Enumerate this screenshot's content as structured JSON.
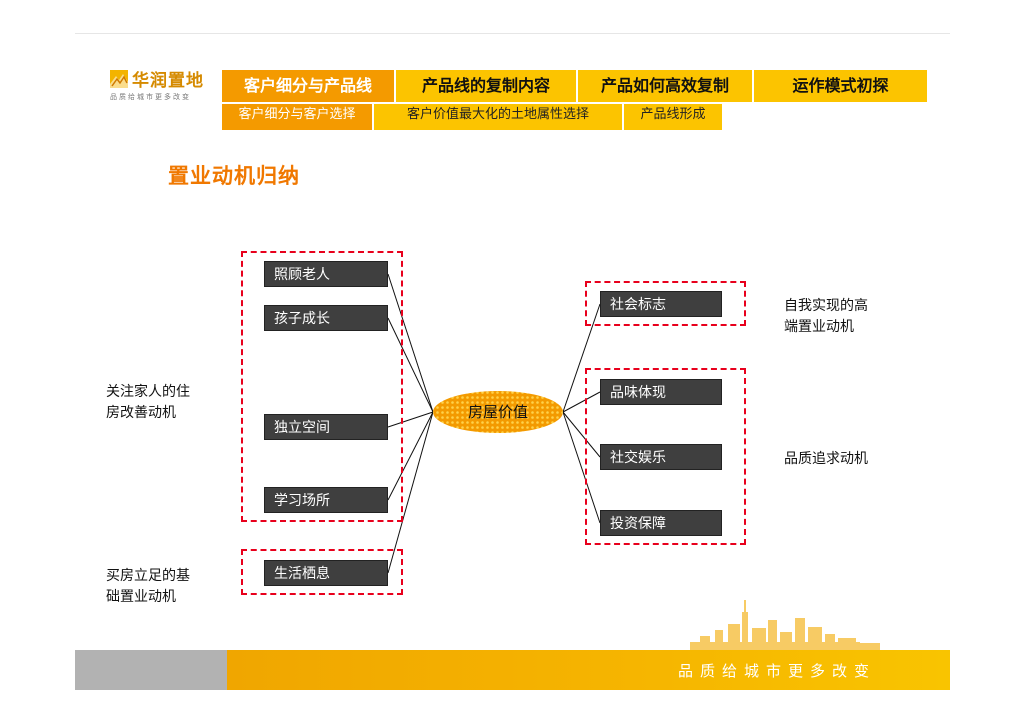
{
  "logo": {
    "name": "华润置地",
    "slogan": "品质给城市更多改变",
    "icon": "logo-mark-icon"
  },
  "nav": {
    "tabs": [
      "客户细分与产品线",
      "产品线的复制内容",
      "产品如何高效复制",
      "运作模式初探"
    ],
    "subtabs": [
      "客户细分与客户选择",
      "客户价值最大化的土地属性选择",
      "产品线形成"
    ]
  },
  "title": "置业动机归纳",
  "diagram": {
    "center": "房屋价值",
    "left_boxes": [
      "照顾老人",
      "孩子成长",
      "独立空间",
      "学习场所",
      "生活栖息"
    ],
    "right_boxes": [
      "社会标志",
      "品味体现",
      "社交娱乐",
      "投资保障"
    ],
    "labels": {
      "left_top": "关注家人的住房改善动机",
      "left_top_lines": [
        "关注家人的住",
        "房改善动机"
      ],
      "left_bottom_lines": [
        "买房立足的基",
        "础置业动机"
      ],
      "right_top_lines": [
        "自我实现的高",
        "端置业动机"
      ],
      "right_mid": "品质追求动机"
    }
  },
  "footer": {
    "slogan": "品质给城市更多改变"
  },
  "colors": {
    "accent": "#f49a00",
    "tab": "#fcc400",
    "dash": "#e8001c",
    "box": "#3f3f3f",
    "title": "#f07800"
  }
}
